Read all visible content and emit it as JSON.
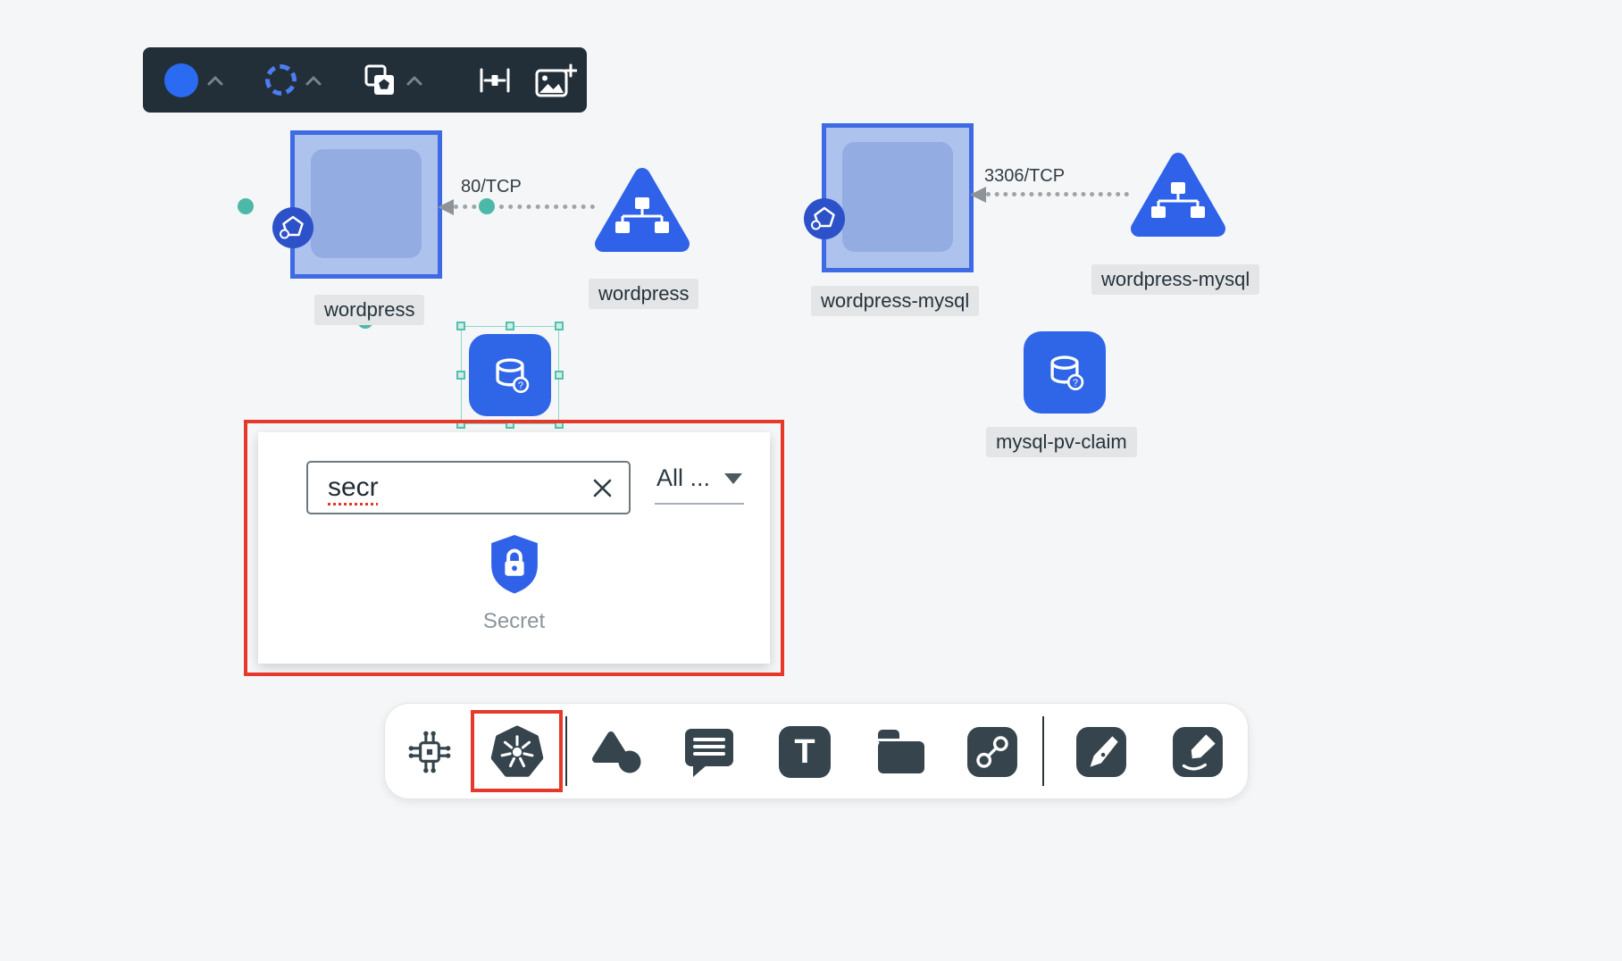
{
  "colors": {
    "accent_blue": "#2f62e9",
    "node_fill": "#aec2ee",
    "node_border": "#3e6be4",
    "annotation_red": "#e6392b",
    "teal": "#4cb9a8",
    "toolbar_dark": "#232f38",
    "icon_dark": "#36454d"
  },
  "top_toolbar": {
    "buttons": [
      {
        "name": "fill-style",
        "icon": "filled-circle-icon"
      },
      {
        "name": "stroke-style",
        "icon": "dashed-circle-icon"
      },
      {
        "name": "duplicate",
        "icon": "duplicate-icon"
      },
      {
        "name": "resize-width",
        "icon": "resize-width-icon"
      },
      {
        "name": "add-image",
        "icon": "add-image-icon"
      }
    ]
  },
  "diagram": {
    "pods": [
      {
        "label": "wordpress"
      },
      {
        "label": "wordpress-mysql"
      }
    ],
    "services": [
      {
        "label": "wordpress"
      },
      {
        "label": "wordpress-mysql"
      }
    ],
    "volumes": [
      {
        "label": "mysql-pv-claim"
      }
    ],
    "volume_badge_glyph": "?",
    "edges": [
      {
        "label": "80/TCP"
      },
      {
        "label": "3306/TCP"
      }
    ]
  },
  "popup": {
    "search_value": "secr",
    "filter_label": "All ...",
    "result_label": "Secret"
  },
  "bottom_toolbar": {
    "active_tool": "kubernetes",
    "text_tool_glyph": "T",
    "tools": [
      {
        "name": "infrastructure",
        "icon": "circuit-icon"
      },
      {
        "name": "kubernetes",
        "icon": "kubernetes-icon"
      },
      {
        "name": "shapes",
        "icon": "shapes-icon"
      },
      {
        "name": "comment",
        "icon": "comment-icon"
      },
      {
        "name": "text",
        "icon": "text-tool-icon"
      },
      {
        "name": "frame",
        "icon": "frame-icon"
      },
      {
        "name": "connector",
        "icon": "connector-icon"
      },
      {
        "name": "pen",
        "icon": "pen-icon"
      },
      {
        "name": "highlighter",
        "icon": "highlighter-icon"
      }
    ]
  }
}
